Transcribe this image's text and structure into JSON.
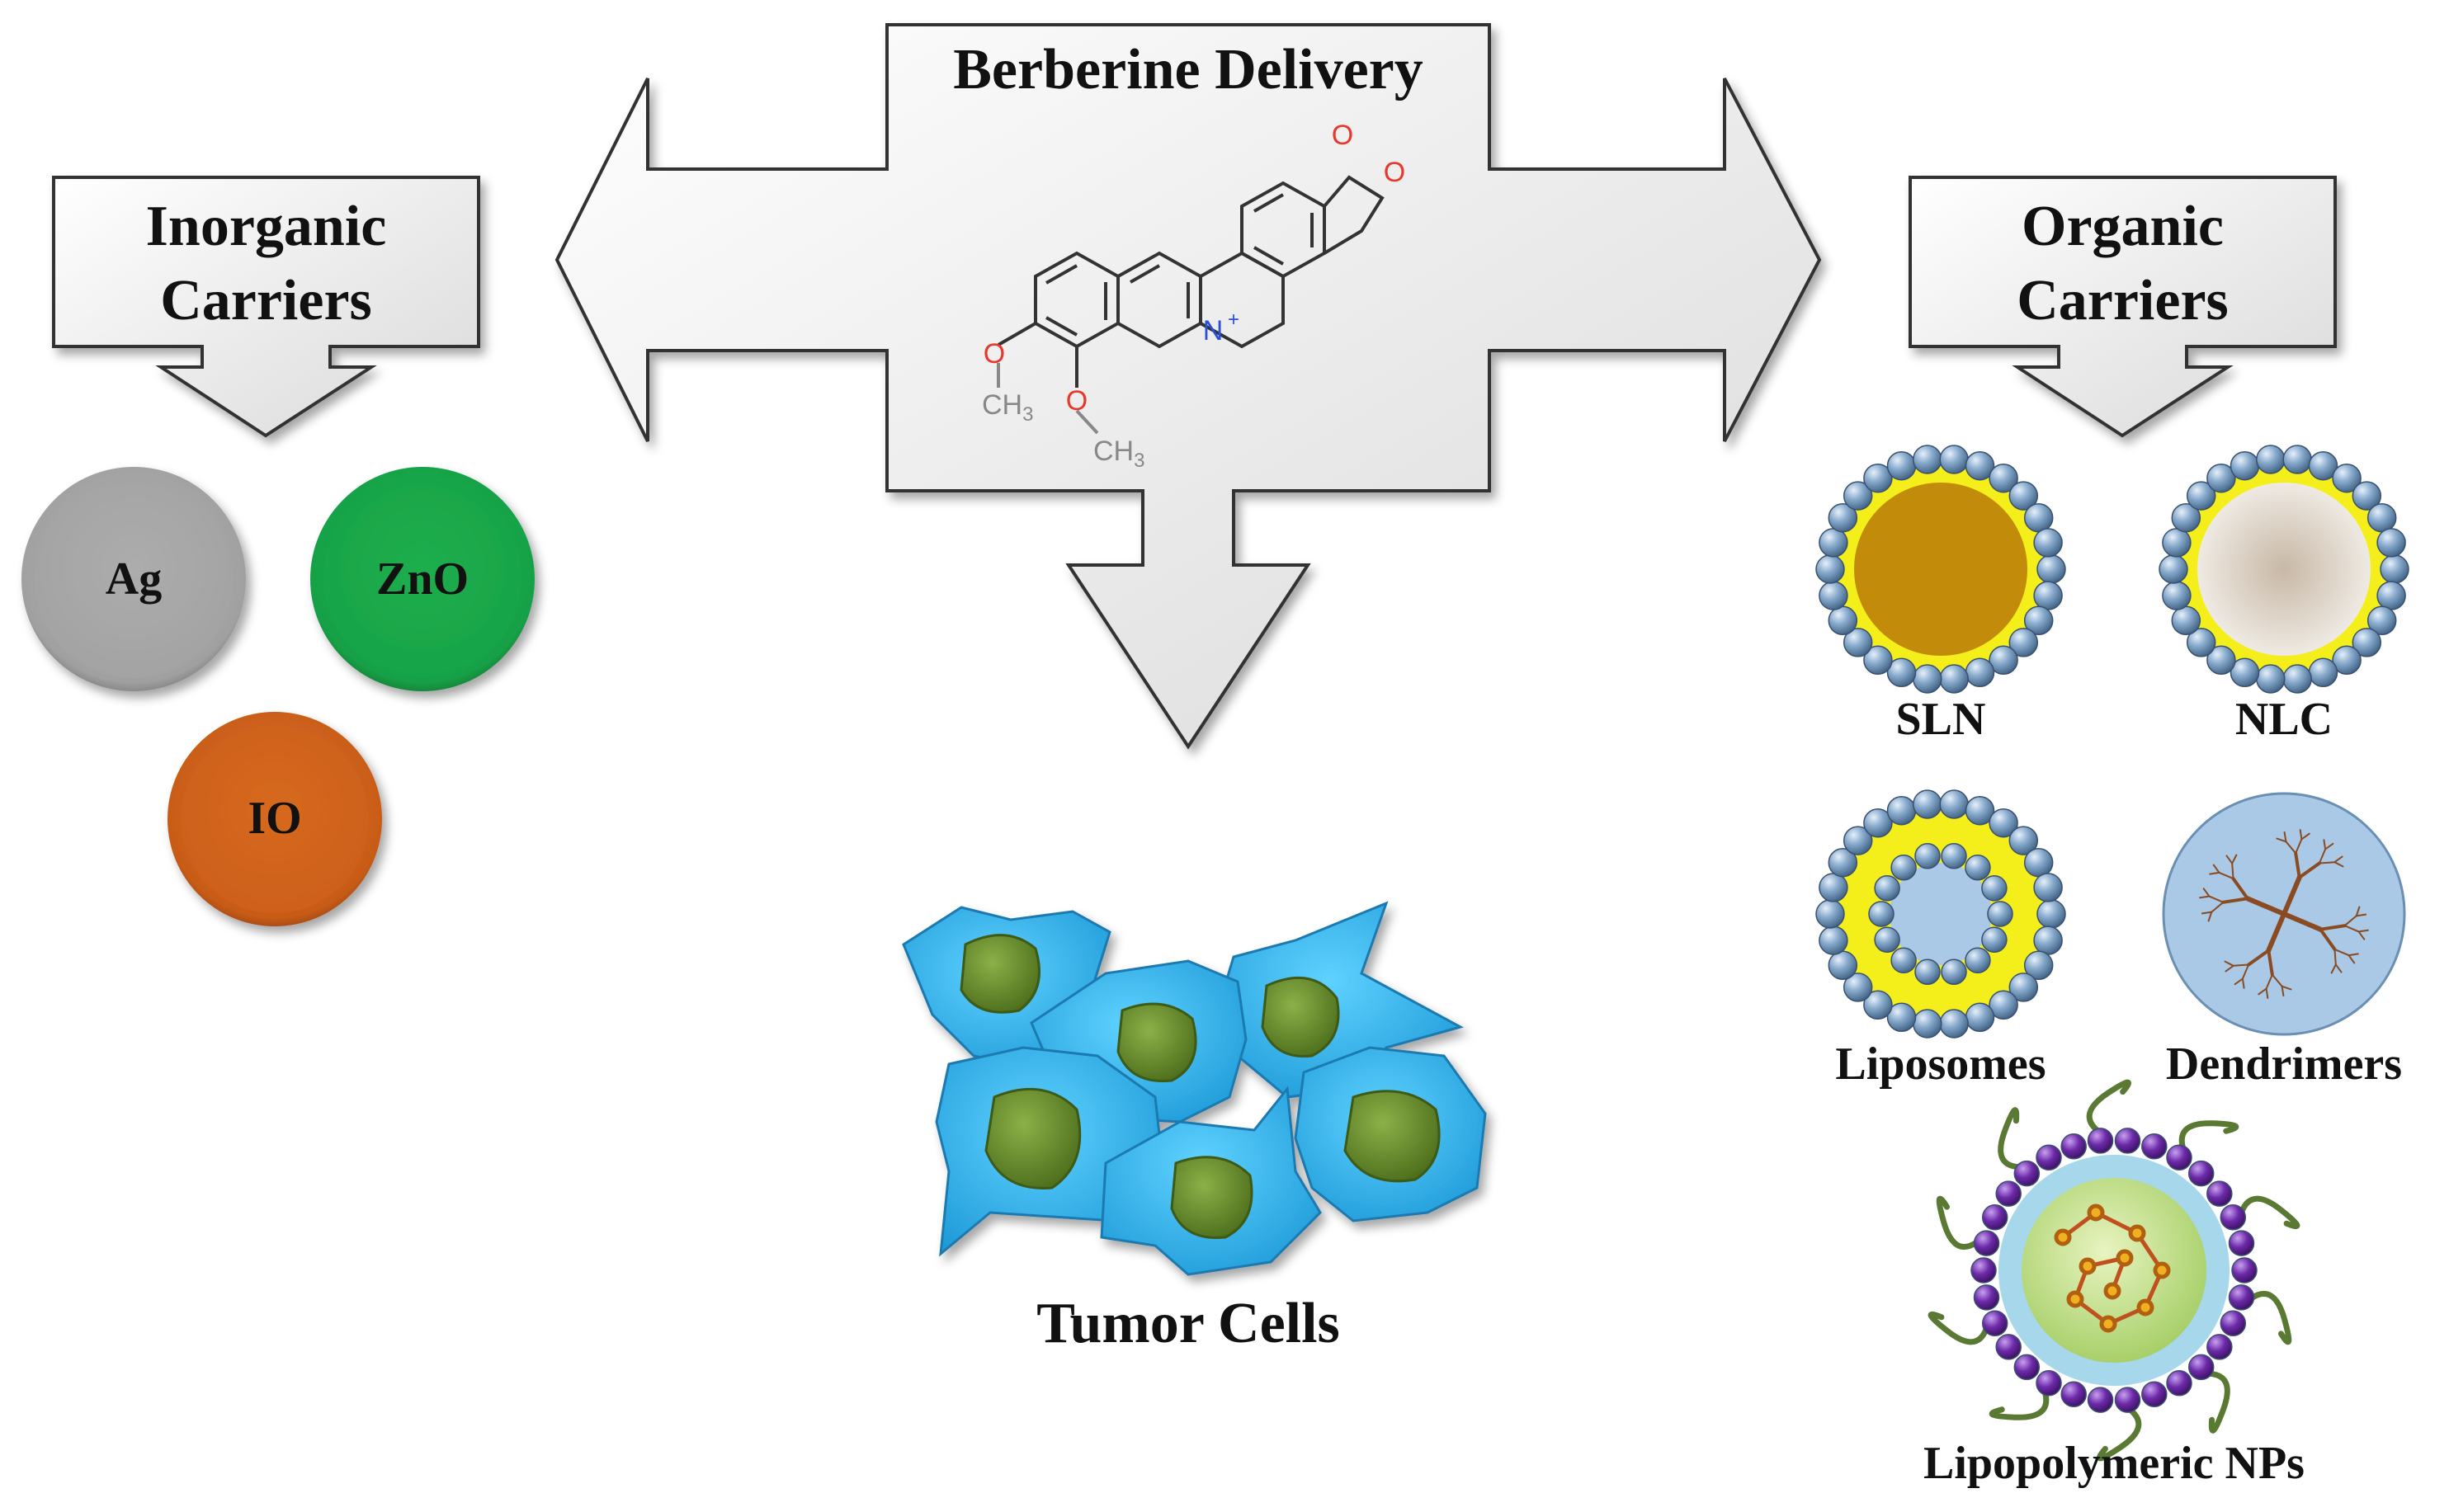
{
  "center": {
    "title": "Berberine Delivery",
    "molecule": {
      "o1": "O",
      "o2": "O",
      "o3": "O",
      "o4": "O",
      "n": "N",
      "plus": "+",
      "ch3_1": "CH",
      "sub_1": "3",
      "ch3_2": "CH",
      "sub_2": "3"
    }
  },
  "inorganic": {
    "title_line1": "Inorganic",
    "title_line2": "Carriers",
    "items": [
      {
        "label": "Ag",
        "color": "#a8a8a8"
      },
      {
        "label": "ZnO",
        "color": "#1aa84a"
      },
      {
        "label": "IO",
        "color": "#d2641c"
      }
    ]
  },
  "organic": {
    "title_line1": "Organic",
    "title_line2": "Carriers",
    "items": [
      {
        "label": "SLN"
      },
      {
        "label": "NLC"
      },
      {
        "label": "Liposomes"
      },
      {
        "label": "Dendrimers"
      },
      {
        "label": "Lipopolymeric NPs"
      }
    ]
  },
  "tumor": {
    "label": "Tumor Cells",
    "cell_color": "#3ab8ee",
    "nucleus_color": "#6a8f2a"
  },
  "colors": {
    "arrow_fill": "#f2f2f2",
    "arrow_stroke": "#333333",
    "bead": "#7fa3c8",
    "lipid_yellow": "#f4ee1a",
    "sln_core": "#c28c0a",
    "nlc_core": "#d8cdbf",
    "dendrimer_bg": "#a9c9e6",
    "dendrimer_branch": "#8a4a22",
    "polymer_bead": "#6c2aa8"
  }
}
